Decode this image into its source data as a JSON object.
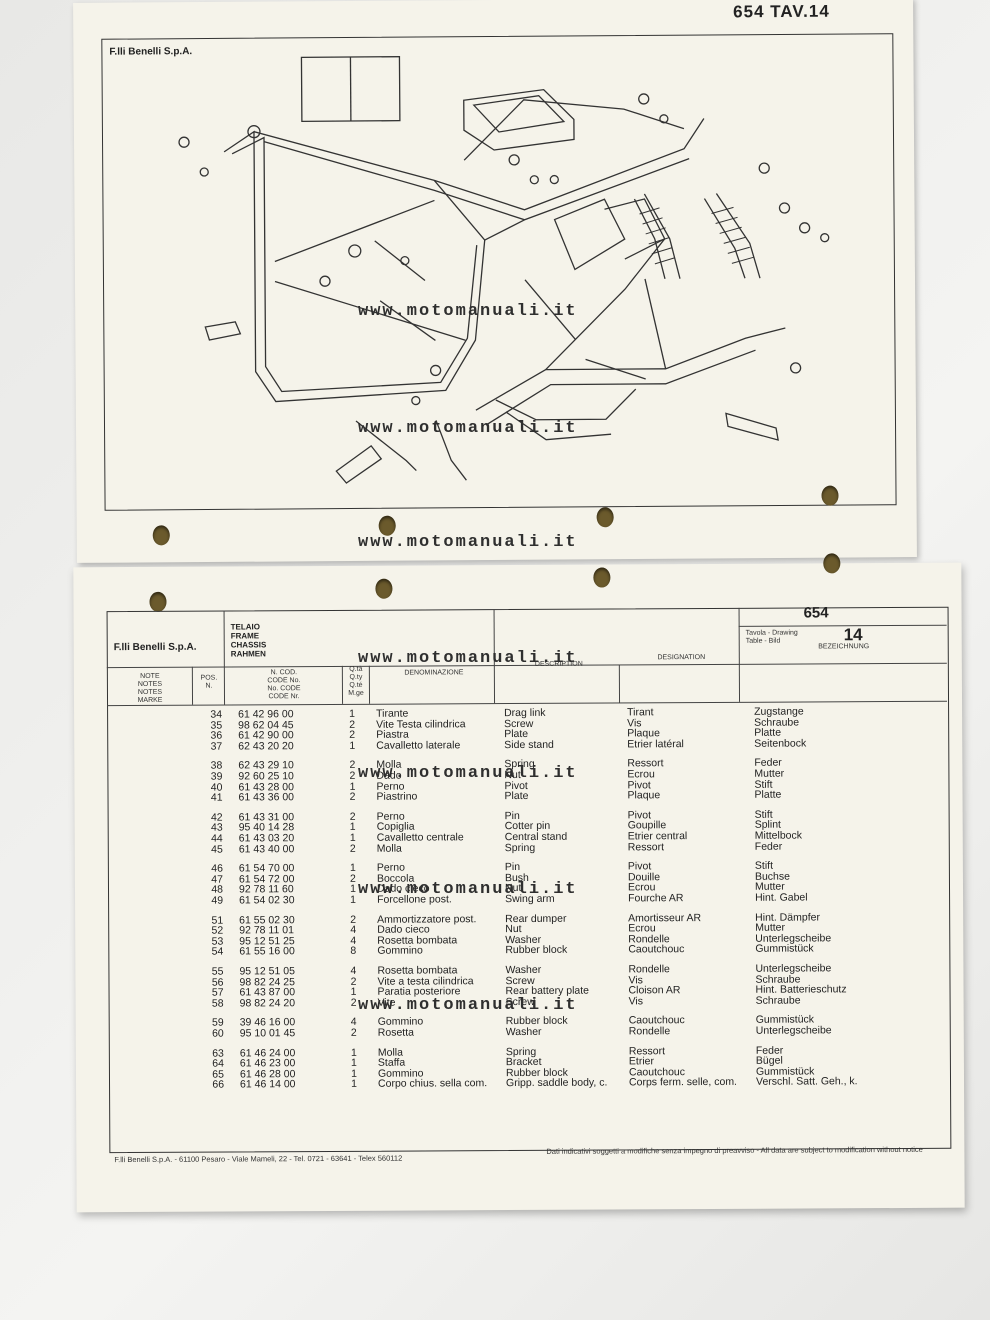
{
  "top_page": {
    "header": "654  TAV.14",
    "company": "F.lli  Benelli  S.p.A."
  },
  "watermark": "www.motomanuali.it",
  "bottom_page": {
    "company": "F.lli  Benelli  S.p.A.",
    "model": "654",
    "drawing_labels": [
      "Tavola - Drawing",
      "Table - Bild"
    ],
    "drawing_no": "14",
    "group_names": [
      "TELAIO",
      "FRAME",
      "CHASSIS",
      "RAHMEN"
    ],
    "headers": {
      "note": [
        "NOTE",
        "NOTES",
        "NOTES",
        "MARKE"
      ],
      "pos": [
        "POS.",
        "N."
      ],
      "code": [
        "N. COD.",
        "CODE No.",
        "No. CODE",
        "CODE Nr."
      ],
      "qty": [
        "Q.tà",
        "Q.ty",
        "Q.té",
        "M.ge"
      ],
      "denominazione": "DENOMINAZIONE",
      "description": "DESCRIPTION",
      "designation": "DESIGNATION",
      "bezeichnung": "BEZEICHNUNG"
    },
    "rows": [
      {
        "pos": "34",
        "code": "61 42 96 00",
        "qty": "1",
        "it": "Tirante",
        "en": "Drag link",
        "fr": "Tirant",
        "de": "Zugstange"
      },
      {
        "pos": "35",
        "code": "98 62 04 45",
        "qty": "2",
        "it": "Vite  Testa cilindrica",
        "en": "Screw",
        "fr": "Vis",
        "de": "Schraube"
      },
      {
        "pos": "36",
        "code": "61 42 90 00",
        "qty": "2",
        "it": "Piastra",
        "en": "Plate",
        "fr": "Plaque",
        "de": "Platte"
      },
      {
        "pos": "37",
        "code": "62 43 20 20",
        "qty": "1",
        "it": "Cavalletto laterale",
        "en": "Side stand",
        "fr": "Etrier latéral",
        "de": "Seitenbock"
      },
      {
        "pos": "38",
        "code": "62 43 29 10",
        "qty": "2",
        "it": "Molla",
        "en": "Spring",
        "fr": "Ressort",
        "de": "Feder"
      },
      {
        "pos": "39",
        "code": "92 60 25 10",
        "qty": "2",
        "it": "Dado",
        "en": "Nut",
        "fr": "Ecrou",
        "de": "Mutter"
      },
      {
        "pos": "40",
        "code": "61 43 28 00",
        "qty": "1",
        "it": "Perno",
        "en": "Pivot",
        "fr": "Pivot",
        "de": "Stift"
      },
      {
        "pos": "41",
        "code": "61 43 36 00",
        "qty": "2",
        "it": "Piastrino",
        "en": "Plate",
        "fr": "Plaque",
        "de": "Platte"
      },
      {
        "pos": "42",
        "code": "61 43 31 00",
        "qty": "2",
        "it": "Perno",
        "en": "Pin",
        "fr": "Pivot",
        "de": "Stift"
      },
      {
        "pos": "43",
        "code": "95 40 14 28",
        "qty": "1",
        "it": "Copiglia",
        "en": "Cotter pin",
        "fr": "Goupille",
        "de": "Splint"
      },
      {
        "pos": "44",
        "code": "61 43 03 20",
        "qty": "1",
        "it": "Cavalletto centrale",
        "en": "Central stand",
        "fr": "Etrier central",
        "de": "Mittelbock"
      },
      {
        "pos": "45",
        "code": "61 43 40 00",
        "qty": "2",
        "it": "Molla",
        "en": "Spring",
        "fr": "Ressort",
        "de": "Feder"
      },
      {
        "pos": "46",
        "code": "61 54 70 00",
        "qty": "1",
        "it": "Perno",
        "en": "Pin",
        "fr": "Pivot",
        "de": "Stift"
      },
      {
        "pos": "47",
        "code": "61 54 72 00",
        "qty": "2",
        "it": "Boccola",
        "en": "Bush",
        "fr": "Douille",
        "de": "Buchse"
      },
      {
        "pos": "48",
        "code": "92 78 11 60",
        "qty": "1",
        "it": "Dado cieco",
        "en": "Nut",
        "fr": "Ecrou",
        "de": "Mutter"
      },
      {
        "pos": "49",
        "code": "61 54 02 30",
        "qty": "1",
        "it": "Forcellone post.",
        "en": "Swing arm",
        "fr": "Fourche AR",
        "de": "Hint. Gabel"
      },
      {
        "pos": "51",
        "code": "61 55 02 30",
        "qty": "2",
        "it": "Ammortizzatore post.",
        "en": "Rear dumper",
        "fr": "Amortisseur AR",
        "de": "Hint. Dämpfer"
      },
      {
        "pos": "52",
        "code": "92 78 11 01",
        "qty": "4",
        "it": "Dado cieco",
        "en": "Nut",
        "fr": "Ecrou",
        "de": "Mutter"
      },
      {
        "pos": "53",
        "code": "95 12 51 25",
        "qty": "4",
        "it": "Rosetta bombata",
        "en": "Washer",
        "fr": "Rondelle",
        "de": "Unterlegscheibe"
      },
      {
        "pos": "54",
        "code": "61 55 16 00",
        "qty": "8",
        "it": "Gommino",
        "en": "Rubber block",
        "fr": "Caoutchouc",
        "de": "Gummistück"
      },
      {
        "pos": "55",
        "code": "95 12 51 05",
        "qty": "4",
        "it": "Rosetta bombata",
        "en": "Washer",
        "fr": "Rondelle",
        "de": "Unterlegscheibe"
      },
      {
        "pos": "56",
        "code": "98 82 24 25",
        "qty": "2",
        "it": "Vite a testa cilindrica",
        "en": "Screw",
        "fr": "Vis",
        "de": "Schraube"
      },
      {
        "pos": "57",
        "code": "61 43 87 00",
        "qty": "1",
        "it": "Paratia posteriore",
        "en": "Rear battery plate",
        "fr": "Cloison AR",
        "de": "Hint. Batterieschutz"
      },
      {
        "pos": "58",
        "code": "98 82 24 20",
        "qty": "2",
        "it": "Vite",
        "en": "Screw",
        "fr": "Vis",
        "de": "Schraube"
      },
      {
        "pos": "59",
        "code": "39 46 16 00",
        "qty": "4",
        "it": "Gommino",
        "en": "Rubber block",
        "fr": "Caoutchouc",
        "de": "Gummistück"
      },
      {
        "pos": "60",
        "code": "95 10 01 45",
        "qty": "2",
        "it": "Rosetta",
        "en": "Washer",
        "fr": "Rondelle",
        "de": "Unterlegscheibe"
      },
      {
        "pos": "63",
        "code": "61 46 24 00",
        "qty": "1",
        "it": "Molla",
        "en": "Spring",
        "fr": "Ressort",
        "de": "Feder"
      },
      {
        "pos": "64",
        "code": "61 46 23 00",
        "qty": "1",
        "it": "Staffa",
        "en": "Bracket",
        "fr": "Etrier",
        "de": "Bügel"
      },
      {
        "pos": "65",
        "code": "61 46 28 00",
        "qty": "1",
        "it": "Gommino",
        "en": "Rubber block",
        "fr": "Caoutchouc",
        "de": "Gummistück"
      },
      {
        "pos": "66",
        "code": "61 46 14 00",
        "qty": "1",
        "it": "Corpo chius. sella com.",
        "en": "Gripp. saddle body, c.",
        "fr": "Corps ferm. selle, com.",
        "de": "Verschl. Satt. Geh., k."
      }
    ],
    "footer_left": "F.lli Benelli S.p.A.  -  61100 Pesaro  -  Viale Mameli, 22  -  Tel. 0721 - 63641  -  Telex 560112",
    "footer_right": "Dati indicativi soggetti a modifiche senza impegno di preavviso  -  All data are subject to modification without notice"
  }
}
